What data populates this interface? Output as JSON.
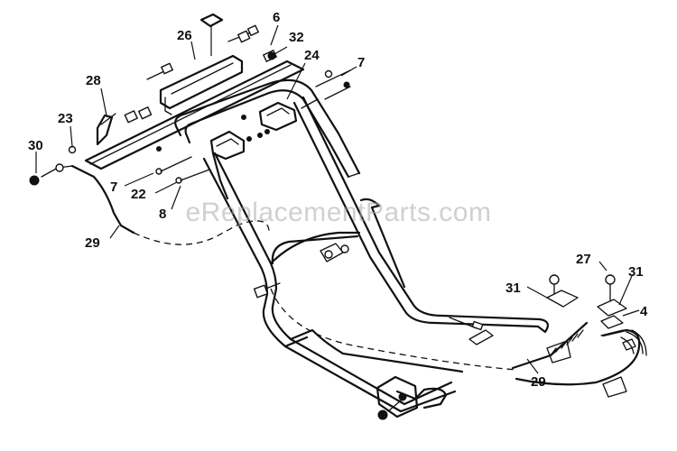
{
  "watermark": "eReplacementParts.com",
  "colors": {
    "ink": "#111111",
    "background": "#ffffff",
    "watermark": "#aaaaaa"
  },
  "callouts": {
    "c6": "6",
    "c26": "26",
    "c32": "32",
    "c24": "24",
    "c7a": "7",
    "c28": "28",
    "c23": "23",
    "c30": "30",
    "c7b": "7",
    "c22": "22",
    "c8": "8",
    "c29a": "29",
    "c31a": "31",
    "c27": "27",
    "c31b": "31",
    "c4": "4",
    "c29b": "29"
  }
}
